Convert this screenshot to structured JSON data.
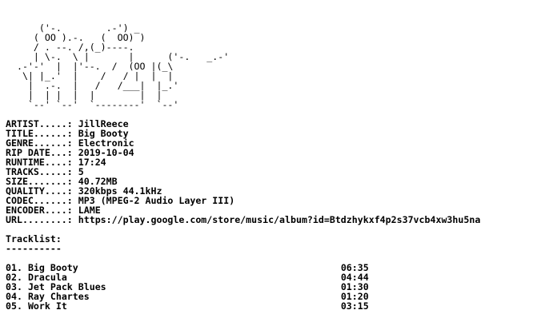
{
  "logo_ascii": "      ('-.        .-') _\n     ( OO ).-.   (  OO) )\n     / . --. /,(_)----.\n     | \\-.  \\ |       |      ('-.   _.-'\n  .-'-'  |  |'--.  /  (OO |(_\\\n   \\| |_.'  |    /   / |  |  |\n    |  .-.  |   /   /___|  |_.'\n    |  | |  |  |        |  |\n    `--' `--'  `--------'  `--'",
  "meta": [
    {
      "label": "ARTIST.....",
      "value": "JillReece"
    },
    {
      "label": "TITLE......",
      "value": "Big Booty"
    },
    {
      "label": "GENRE......",
      "value": "Electronic"
    },
    {
      "label": "RIP DATE...",
      "value": "2019-10-04"
    },
    {
      "label": "RUNTIME....",
      "value": "17:24"
    },
    {
      "label": "TRACKS.....",
      "value": "5"
    },
    {
      "label": "SIZE.......",
      "value": "40.72MB"
    },
    {
      "label": "QUALITY....",
      "value": "320kbps 44.1kHz"
    },
    {
      "label": "CODEC......",
      "value": "MP3 (MPEG-2 Audio Layer III)"
    },
    {
      "label": "ENCODER....",
      "value": "LAME"
    },
    {
      "label": "URL........",
      "value": "https://play.google.com/store/music/album?id=Btdzhykxf4p2s37vcb4xw3hu5na"
    }
  ],
  "meta_separator": ": ",
  "tracklist": {
    "heading": "Tracklist:",
    "rule": "----------",
    "tracks": [
      {
        "num": "01.",
        "title": "Big Booty",
        "time": "06:35"
      },
      {
        "num": "02.",
        "title": "Dracula",
        "time": "04:44"
      },
      {
        "num": "03.",
        "title": "Jet Pack Blues",
        "time": "01:30"
      },
      {
        "num": "04.",
        "title": "Ray Chartes",
        "time": "01:20"
      },
      {
        "num": "05.",
        "title": "Work It",
        "time": "03:15"
      }
    ]
  }
}
